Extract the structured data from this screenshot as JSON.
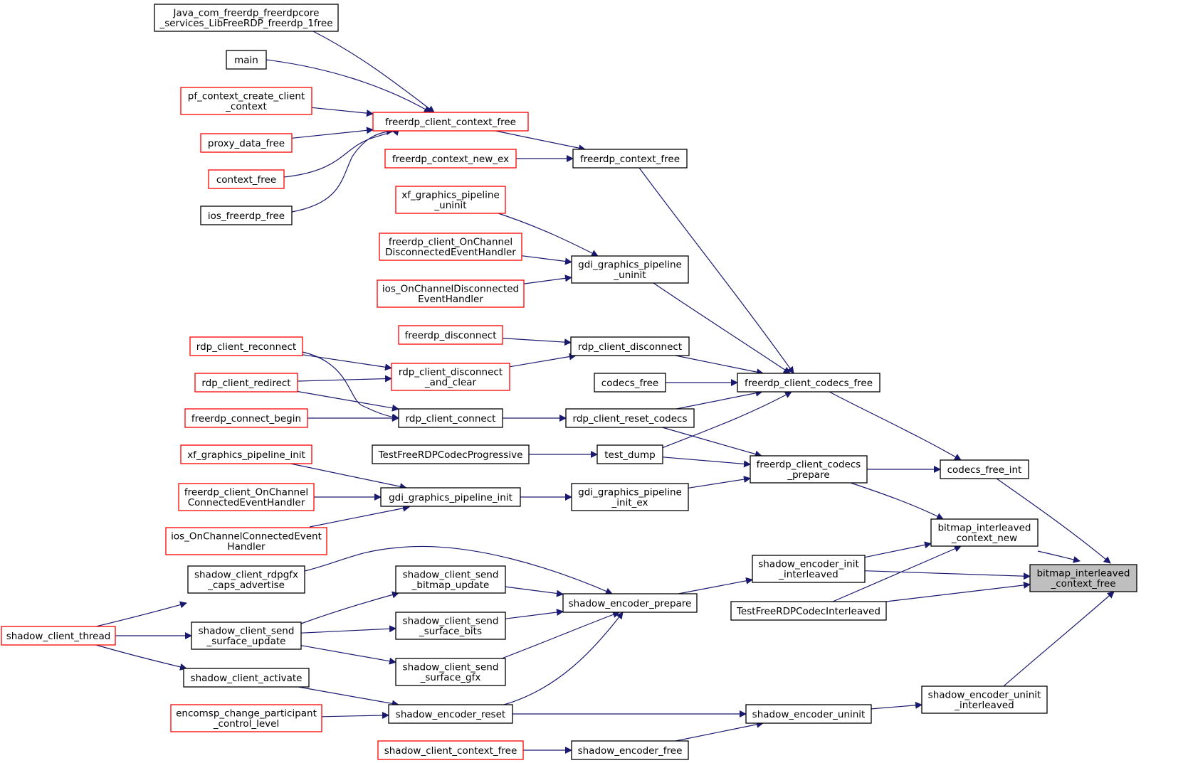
{
  "colors": {
    "edge": "#191970",
    "border_documented": "#000000",
    "border_undocumented": "#ff0000",
    "focus_fill": "#bfbfbf",
    "background": "#ffffff"
  },
  "nodes": [
    {
      "id": "focus",
      "lines": [
        "bitmap_interleaved",
        "_context_free"
      ],
      "style": "focus"
    },
    {
      "id": "codecs_free_int",
      "lines": [
        "codecs_free_int"
      ],
      "style": "black"
    },
    {
      "id": "bic_new",
      "lines": [
        "bitmap_interleaved",
        "_context_new"
      ],
      "style": "black"
    },
    {
      "id": "sei_init",
      "lines": [
        "shadow_encoder_init",
        "_interleaved"
      ],
      "style": "black"
    },
    {
      "id": "test_interleaved",
      "lines": [
        "TestFreeRDPCodecInterleaved"
      ],
      "style": "black"
    },
    {
      "id": "seu_interleaved",
      "lines": [
        "shadow_encoder_uninit",
        "_interleaved"
      ],
      "style": "black"
    },
    {
      "id": "fcc_free",
      "lines": [
        "freerdp_client_codecs_free"
      ],
      "style": "black"
    },
    {
      "id": "fcc_prepare",
      "lines": [
        "freerdp_client_codecs",
        "_prepare"
      ],
      "style": "black"
    },
    {
      "id": "se_uninit",
      "lines": [
        "shadow_encoder_uninit"
      ],
      "style": "black"
    },
    {
      "id": "fc_free",
      "lines": [
        "freerdp_context_free"
      ],
      "style": "black"
    },
    {
      "id": "ggp_uninit",
      "lines": [
        "gdi_graphics_pipeline",
        "_uninit"
      ],
      "style": "black"
    },
    {
      "id": "rdp_disconnect",
      "lines": [
        "rdp_client_disconnect"
      ],
      "style": "black"
    },
    {
      "id": "codecs_free",
      "lines": [
        "codecs_free"
      ],
      "style": "black"
    },
    {
      "id": "rdp_reset",
      "lines": [
        "rdp_client_reset_codecs"
      ],
      "style": "black"
    },
    {
      "id": "test_dump",
      "lines": [
        "test_dump"
      ],
      "style": "black"
    },
    {
      "id": "ggp_init_ex",
      "lines": [
        "gdi_graphics_pipeline",
        "_init_ex"
      ],
      "style": "black"
    },
    {
      "id": "se_prepare",
      "lines": [
        "shadow_encoder_prepare"
      ],
      "style": "black"
    },
    {
      "id": "se_free",
      "lines": [
        "shadow_encoder_free"
      ],
      "style": "black"
    },
    {
      "id": "fcl_context_free",
      "lines": [
        "freerdp_client_context_free"
      ],
      "style": "red"
    },
    {
      "id": "fc_new_ex",
      "lines": [
        "freerdp_context_new_ex"
      ],
      "style": "red"
    },
    {
      "id": "xf_ggp_uninit",
      "lines": [
        "xf_graphics_pipeline",
        "_uninit"
      ],
      "style": "red"
    },
    {
      "id": "fc_onch_disc",
      "lines": [
        "freerdp_client_OnChannel",
        "DisconnectedEventHandler"
      ],
      "style": "red"
    },
    {
      "id": "ios_onch_disc",
      "lines": [
        "ios_OnChannelDisconnected",
        "EventHandler"
      ],
      "style": "red"
    },
    {
      "id": "freerdp_disconnect",
      "lines": [
        "freerdp_disconnect"
      ],
      "style": "red"
    },
    {
      "id": "rdp_disc_clear",
      "lines": [
        "rdp_client_disconnect",
        "_and_clear"
      ],
      "style": "red"
    },
    {
      "id": "rdp_connect",
      "lines": [
        "rdp_client_connect"
      ],
      "style": "black"
    },
    {
      "id": "test_progressive",
      "lines": [
        "TestFreeRDPCodecProgressive"
      ],
      "style": "black"
    },
    {
      "id": "ggp_init",
      "lines": [
        "gdi_graphics_pipeline_init"
      ],
      "style": "black"
    },
    {
      "id": "scs_bitmap",
      "lines": [
        "shadow_client_send",
        "_bitmap_update"
      ],
      "style": "black"
    },
    {
      "id": "scs_bits",
      "lines": [
        "shadow_client_send",
        "_surface_bits"
      ],
      "style": "black"
    },
    {
      "id": "scs_gfx",
      "lines": [
        "shadow_client_send",
        "_surface_gfx"
      ],
      "style": "black"
    },
    {
      "id": "se_reset",
      "lines": [
        "shadow_encoder_reset"
      ],
      "style": "black"
    },
    {
      "id": "sc_context_free",
      "lines": [
        "shadow_client_context_free"
      ],
      "style": "red"
    },
    {
      "id": "java_free",
      "lines": [
        "Java_com_freerdp_freerdpcore",
        "_services_LibFreeRDP_freerdp_1free"
      ],
      "style": "black"
    },
    {
      "id": "main",
      "lines": [
        "main"
      ],
      "style": "black"
    },
    {
      "id": "pf_ctx",
      "lines": [
        "pf_context_create_client",
        "_context"
      ],
      "style": "red"
    },
    {
      "id": "proxy_free",
      "lines": [
        "proxy_data_free"
      ],
      "style": "red"
    },
    {
      "id": "context_free",
      "lines": [
        "context_free"
      ],
      "style": "red"
    },
    {
      "id": "ios_free",
      "lines": [
        "ios_freerdp_free"
      ],
      "style": "black"
    },
    {
      "id": "rdp_reconnect",
      "lines": [
        "rdp_client_reconnect"
      ],
      "style": "red"
    },
    {
      "id": "rdp_redirect",
      "lines": [
        "rdp_client_redirect"
      ],
      "style": "red"
    },
    {
      "id": "fc_begin",
      "lines": [
        "freerdp_connect_begin"
      ],
      "style": "red"
    },
    {
      "id": "xf_ggp_init",
      "lines": [
        "xf_graphics_pipeline_init"
      ],
      "style": "red"
    },
    {
      "id": "fc_onch_conn",
      "lines": [
        "freerdp_client_OnChannel",
        "ConnectedEventHandler"
      ],
      "style": "red"
    },
    {
      "id": "ios_onch_conn",
      "lines": [
        "ios_OnChannelConnectedEvent",
        "Handler"
      ],
      "style": "red"
    },
    {
      "id": "sc_rdpgfx",
      "lines": [
        "shadow_client_rdpgfx",
        "_caps_advertise"
      ],
      "style": "black"
    },
    {
      "id": "scs_surface_update",
      "lines": [
        "shadow_client_send",
        "_surface_update"
      ],
      "style": "black"
    },
    {
      "id": "sc_activate",
      "lines": [
        "shadow_client_activate"
      ],
      "style": "black"
    },
    {
      "id": "encomsp",
      "lines": [
        "encomsp_change_participant",
        "_control_level"
      ],
      "style": "red"
    },
    {
      "id": "sc_thread",
      "lines": [
        "shadow_client_thread"
      ],
      "style": "red"
    }
  ]
}
